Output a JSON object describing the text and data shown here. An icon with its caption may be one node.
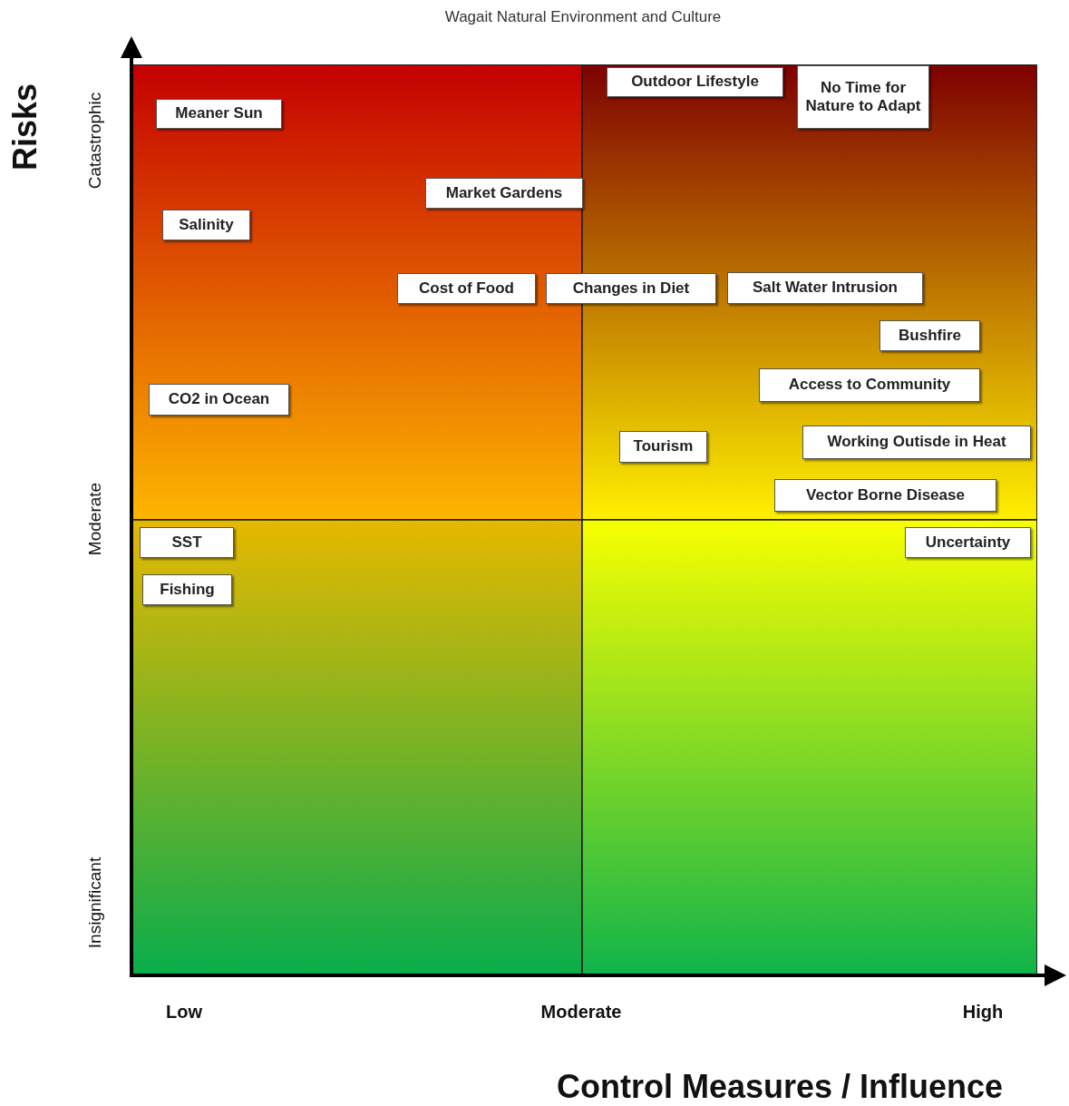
{
  "diagram": {
    "title": "Wagait Natural Environment and Culture",
    "nodes": [
      {
        "text": [
          "Outdoor Lifestyle"
        ]
      },
      {
        "text": [
          "No Time for Nature to Adapt"
        ]
      },
      {
        "text": [
          "Meaner Sun"
        ]
      },
      {
        "text": [
          "Market Gardens"
        ]
      },
      {
        "text": [
          "Salinity"
        ]
      },
      {
        "text": [
          "Cost of Food"
        ]
      },
      {
        "text": [
          "Changes in Diet"
        ]
      },
      {
        "text": [
          "Salt Water Intrusion"
        ]
      },
      {
        "text": [
          "Bushfire"
        ]
      },
      {
        "text": [
          "Access to Community"
        ]
      },
      {
        "text": [
          "CO2 in Ocean"
        ]
      },
      {
        "text": [
          "Tourism"
        ]
      },
      {
        "text": [
          "Working Outisde in Heat"
        ]
      },
      {
        "text": [
          "Vector Borne Disease"
        ]
      },
      {
        "text": [
          "SST"
        ]
      },
      {
        "text": [
          "Uncertainty"
        ]
      },
      {
        "text": [
          "Fishing"
        ]
      }
    ],
    "edges": [],
    "labels": [
      "Risks",
      "Catastrophic",
      "Moderate",
      "Insignificant",
      "Low",
      "Moderate",
      "High",
      "Control Measures / Influence"
    ]
  }
}
